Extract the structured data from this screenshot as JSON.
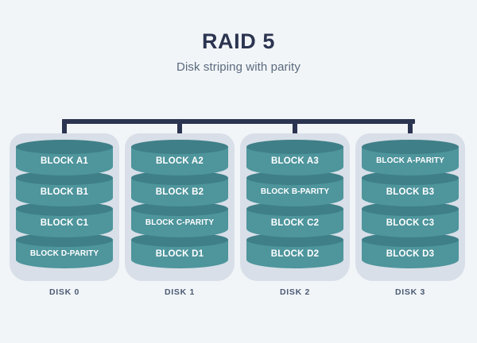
{
  "header": {
    "title": "RAID 5",
    "subtitle": "Disk striping with parity"
  },
  "colors": {
    "background": "#f2f5f8",
    "title": "#2b3450",
    "subtitle": "#5a6a7d",
    "bus": "#2b3450",
    "shell": "#d8dfe8",
    "platter_body": "#4e959c",
    "platter_cap": "#3f7f88",
    "platter_text": "#ffffff",
    "caption": "#4a5a74"
  },
  "layout": {
    "disk_count": 4,
    "blocks_per_disk": 4,
    "bus_label": "controller-bus"
  },
  "disks": [
    {
      "caption": "DISK 0",
      "blocks": [
        {
          "label": "BLOCK A1",
          "parity": false
        },
        {
          "label": "BLOCK B1",
          "parity": false
        },
        {
          "label": "BLOCK C1",
          "parity": false
        },
        {
          "label": "BLOCK D-PARITY",
          "parity": true
        }
      ]
    },
    {
      "caption": "DISK 1",
      "blocks": [
        {
          "label": "BLOCK A2",
          "parity": false
        },
        {
          "label": "BLOCK B2",
          "parity": false
        },
        {
          "label": "BLOCK C-PARITY",
          "parity": true
        },
        {
          "label": "BLOCK D1",
          "parity": false
        }
      ]
    },
    {
      "caption": "DISK 2",
      "blocks": [
        {
          "label": "BLOCK A3",
          "parity": false
        },
        {
          "label": "BLOCK B-PARITY",
          "parity": true
        },
        {
          "label": "BLOCK C2",
          "parity": false
        },
        {
          "label": "BLOCK D2",
          "parity": false
        }
      ]
    },
    {
      "caption": "DISK 3",
      "blocks": [
        {
          "label": "BLOCK A-PARITY",
          "parity": true
        },
        {
          "label": "BLOCK B3",
          "parity": false
        },
        {
          "label": "BLOCK C3",
          "parity": false
        },
        {
          "label": "BLOCK D3",
          "parity": false
        }
      ]
    }
  ]
}
